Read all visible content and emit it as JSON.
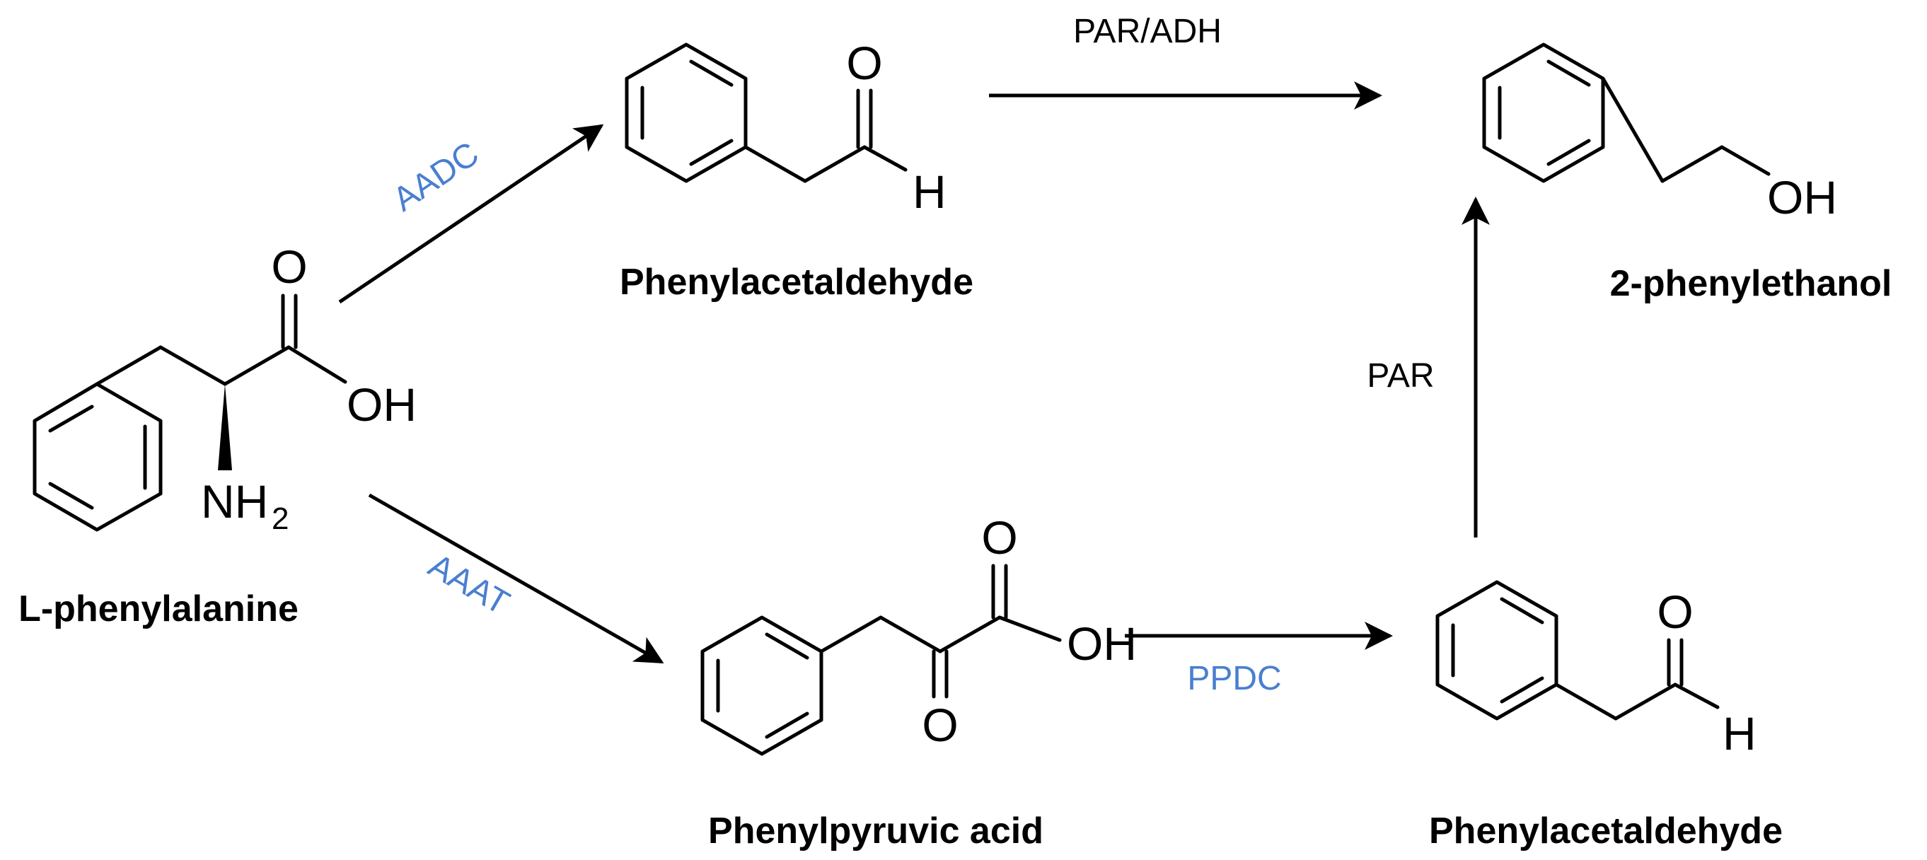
{
  "compounds": {
    "l_phenylalanine": {
      "name": "L-phenylalanine",
      "atoms": {
        "carbonyl_o": "O",
        "hydroxyl": "OH",
        "amine": "NH",
        "amine_subscript": "2"
      }
    },
    "phenylacetaldehyde_top": {
      "name": "Phenylacetaldehyde",
      "atoms": {
        "carbonyl_o": "O",
        "aldehyde_h": "H"
      }
    },
    "phenylpyruvic_acid": {
      "name": "Phenylpyruvic acid",
      "atoms": {
        "carboxyl_o": "O",
        "hydroxyl": "OH",
        "keto_o": "O"
      }
    },
    "phenylacetaldehyde_bottom": {
      "name": "Phenylacetaldehyde",
      "atoms": {
        "carbonyl_o": "O",
        "aldehyde_h": "H"
      }
    },
    "phenylethanol": {
      "name": "2-phenylethanol",
      "atoms": {
        "hydroxyl": "OH"
      }
    }
  },
  "enzymes": {
    "aadc": {
      "label": "AADC",
      "color": "#4a7fd0"
    },
    "aaat": {
      "label": "AAAT",
      "color": "#4a7fd0"
    },
    "par_adh": {
      "label": "PAR/ADH",
      "color": "#000000"
    },
    "par": {
      "label": "PAR",
      "color": "#000000"
    },
    "ppdc": {
      "label": "PPDC",
      "color": "#4a7fd0"
    }
  }
}
